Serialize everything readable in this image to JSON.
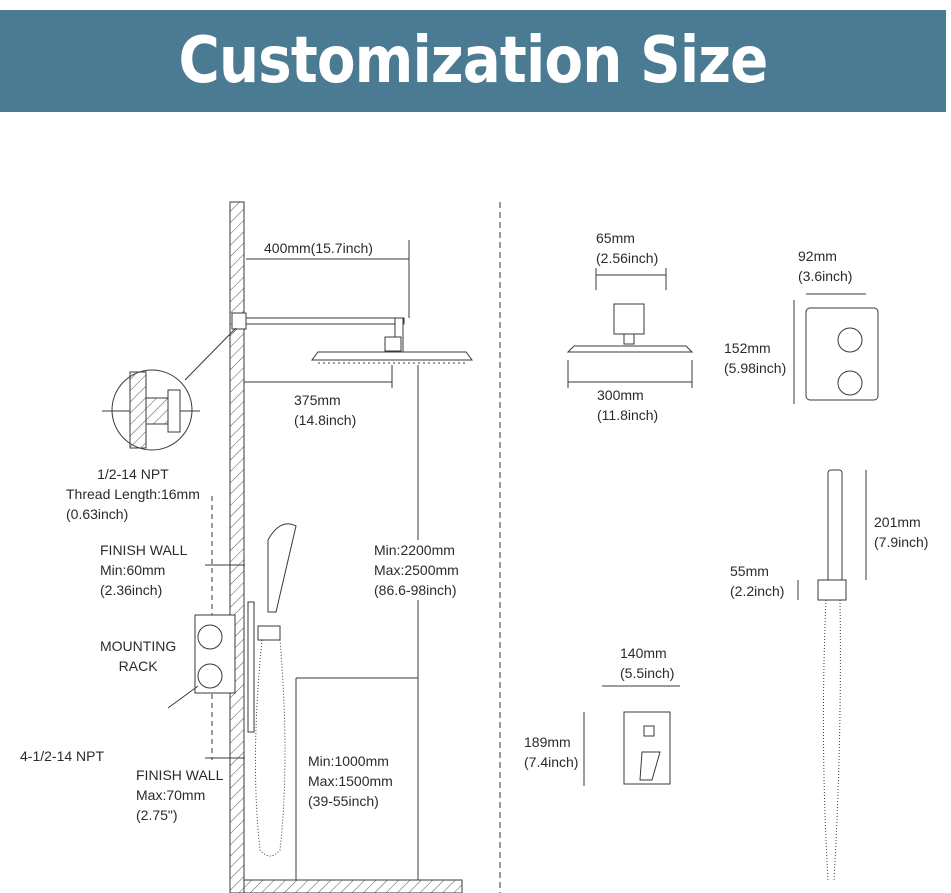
{
  "header": {
    "title": "Customization Size"
  },
  "colors": {
    "banner": "#4b7a93",
    "title": "#ffffff",
    "line": "#3a3a3a"
  },
  "dims": {
    "arm_length": "400mm(15.7inch)",
    "head_offset": [
      "375mm",
      "(14.8inch)"
    ],
    "npt_thread": [
      "1/2-14 NPT",
      "Thread Length:16mm",
      "(0.63inch)"
    ],
    "finish_wall_top": [
      "FINISH WALL",
      "Min:60mm",
      "(2.36inch)"
    ],
    "mounting_rack": [
      "MOUNTING",
      "RACK"
    ],
    "npt_inlet": "4-1/2-14 NPT",
    "finish_wall_bottom": [
      "FINISH WALL",
      "Max:70mm",
      "(2.75\")"
    ],
    "head_height": [
      "Min:2200mm",
      "Max:2500mm",
      "(86.6-98inch)"
    ],
    "valve_height": [
      "Min:1000mm",
      "Max:1500mm",
      "(39-55inch)"
    ],
    "arm_block": [
      "65mm",
      "(2.56inch)"
    ],
    "head_width": [
      "300mm",
      "(11.8inch)"
    ],
    "valve_width": [
      "92mm",
      "(3.6inch)"
    ],
    "valve_height_box": [
      "152mm",
      "(5.98inch)"
    ],
    "handheld_length": [
      "201mm",
      "(7.9inch)"
    ],
    "holder": [
      "55mm",
      "(2.2inch)"
    ],
    "plate_width": [
      "140mm",
      "(5.5inch)"
    ],
    "plate_height": [
      "189mm",
      "(7.4inch)"
    ]
  }
}
